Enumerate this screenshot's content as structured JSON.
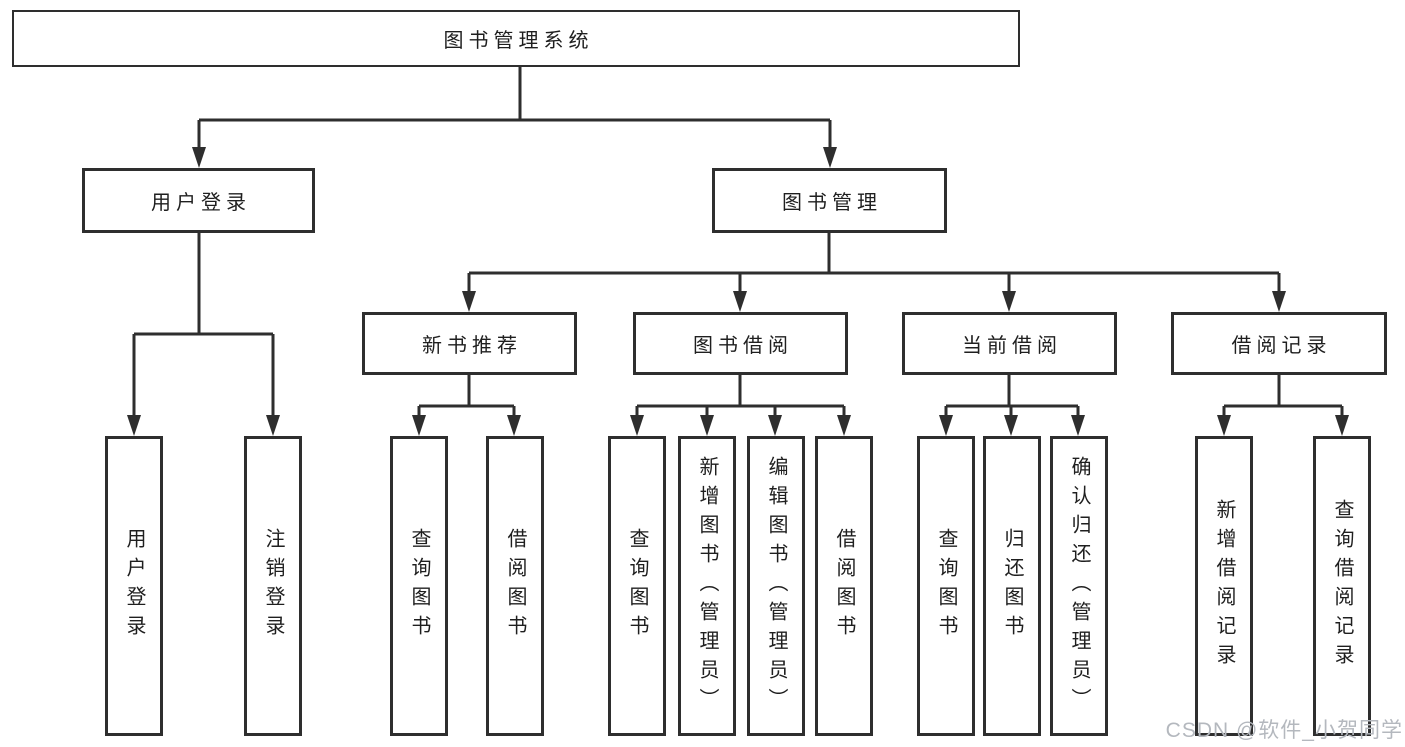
{
  "colors": {
    "line": "#2e2e2e",
    "box_border": "#2e2e2e",
    "text": "#1f1f1f",
    "watermark": "#b4b8be",
    "background": "#ffffff"
  },
  "tree": {
    "root": "图书管理系统",
    "level2": [
      {
        "label": "用户登录",
        "children": [
          "用户登录",
          "注销登录"
        ]
      },
      {
        "label": "图书管理",
        "groups": [
          {
            "label": "新书推荐",
            "children": [
              "查询图书",
              "借阅图书"
            ]
          },
          {
            "label": "图书借阅",
            "children": [
              "查询图书",
              "新增图书（管理员）",
              "编辑图书（管理员）",
              "借阅图书"
            ]
          },
          {
            "label": "当前借阅",
            "children": [
              "查询图书",
              "归还图书",
              "确认归还（管理员）"
            ]
          },
          {
            "label": "借阅记录",
            "children": [
              "新增借阅记录",
              "查询借阅记录"
            ]
          }
        ]
      }
    ]
  },
  "watermark": {
    "text": "CSDN @软件_小贺同学"
  }
}
